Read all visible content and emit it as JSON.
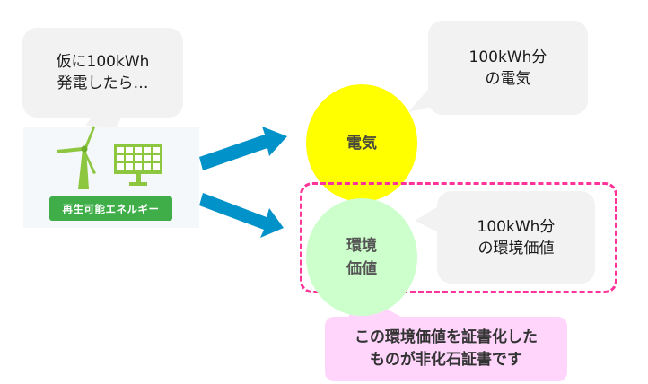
{
  "colors": {
    "bubble_bg": "#f2f2f2",
    "panel_bg": "#f4f8fb",
    "eco_green": "#8dc63f",
    "label_green": "#3fae49",
    "arrow_blue": "#0092c8",
    "electricity_yellow": "#ffff00",
    "env_value_green": "#ccffcc",
    "dash_pink": "#ff3399",
    "note_pink": "#ffd5fb"
  },
  "intro_bubble": {
    "lines": [
      "仮に100kWh",
      "発電したら…"
    ]
  },
  "source": {
    "icons": [
      "wind-turbine-icon",
      "solar-panel-icon"
    ],
    "label": "再生可能エネルギー"
  },
  "outputs": {
    "electricity": {
      "circle_label": "電気",
      "bubble_lines": [
        "100kWh分",
        "の電気"
      ]
    },
    "environmental_value": {
      "circle_lines": [
        "環境",
        "価値"
      ],
      "bubble_lines": [
        "100kWh分",
        "の環境価値"
      ]
    }
  },
  "note": {
    "lines": [
      "この環境価値を証書化した",
      "ものが非化石証書です"
    ]
  }
}
